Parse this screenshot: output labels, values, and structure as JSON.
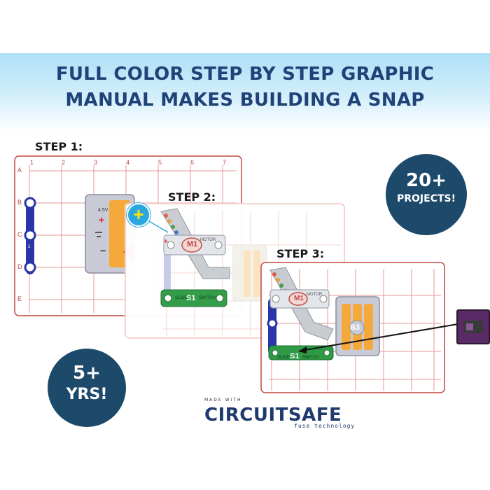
{
  "headline": {
    "line1": "FULL COLOR STEP BY STEP GRAPHIC",
    "line2": "MANUAL MAKES BUILDING A SNAP"
  },
  "steps": [
    "STEP 1:",
    "STEP 2:",
    "STEP 3:"
  ],
  "grid": {
    "columns": [
      "1",
      "2",
      "3",
      "4",
      "5",
      "6",
      "7"
    ],
    "rows": [
      "A",
      "B",
      "C",
      "D",
      "E"
    ]
  },
  "parts": {
    "battery_voltage": "4.5V",
    "battery_plus": "+",
    "battery_minus": "−",
    "motor_label": "M1",
    "motor_text": "MOTOR",
    "switch_slide": "SLIDE",
    "switch_id": "S1",
    "switch_text": "SWITCH",
    "battery_id": "B3",
    "connector_text": "2"
  },
  "badges": {
    "projects_line1": "20+",
    "projects_line2": "PROJECTS!",
    "age_line1": "5+",
    "age_line2": "YRS!"
  },
  "plus_symbol": "+",
  "logo": {
    "made_with": "MADE WITH",
    "brand": "CIRCUITSAFE",
    "tagline": "fuse technology"
  },
  "colors": {
    "headline": "#1f4378",
    "badge": "#1d4a6b",
    "board_border": "#c0473f",
    "snap_blue": "#2a36a8",
    "switch_green": "#2e9a45",
    "battery_orange": "#f6a93b",
    "plus_badge": "#29a8e0"
  }
}
